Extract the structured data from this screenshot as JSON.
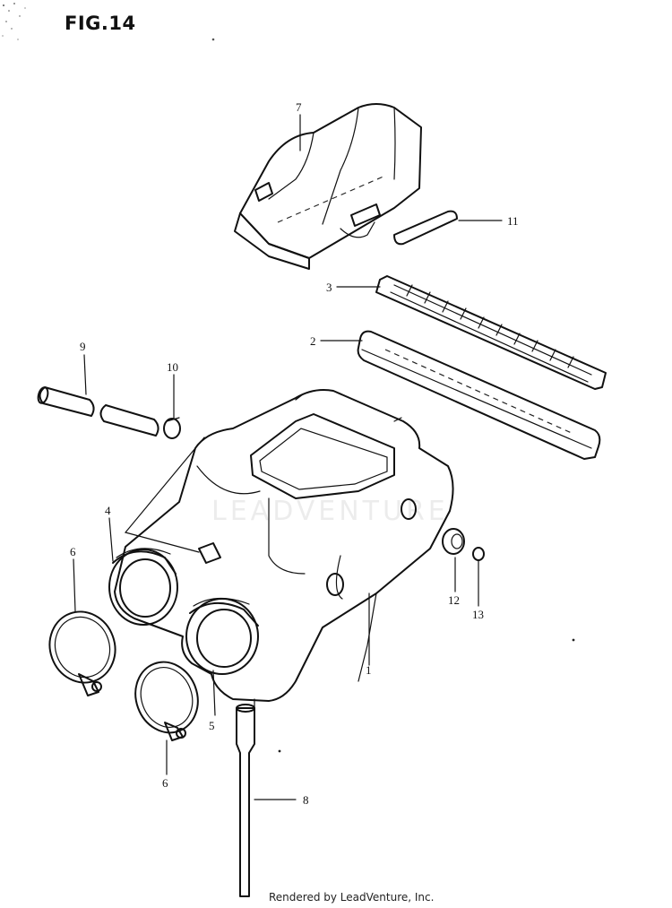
{
  "figure": {
    "title": "FIG.14"
  },
  "footer": {
    "credit": "Rendered by LeadVenture, Inc."
  },
  "watermark": {
    "text": "LEADVENTURE"
  },
  "callouts": {
    "c1": "1",
    "c2": "2",
    "c3": "3",
    "c4": "4",
    "c5": "5",
    "c6a": "6",
    "c6b": "6",
    "c7": "7",
    "c8": "8",
    "c9": "9",
    "c10": "10",
    "c11": "11",
    "c12": "12",
    "c13": "13"
  }
}
